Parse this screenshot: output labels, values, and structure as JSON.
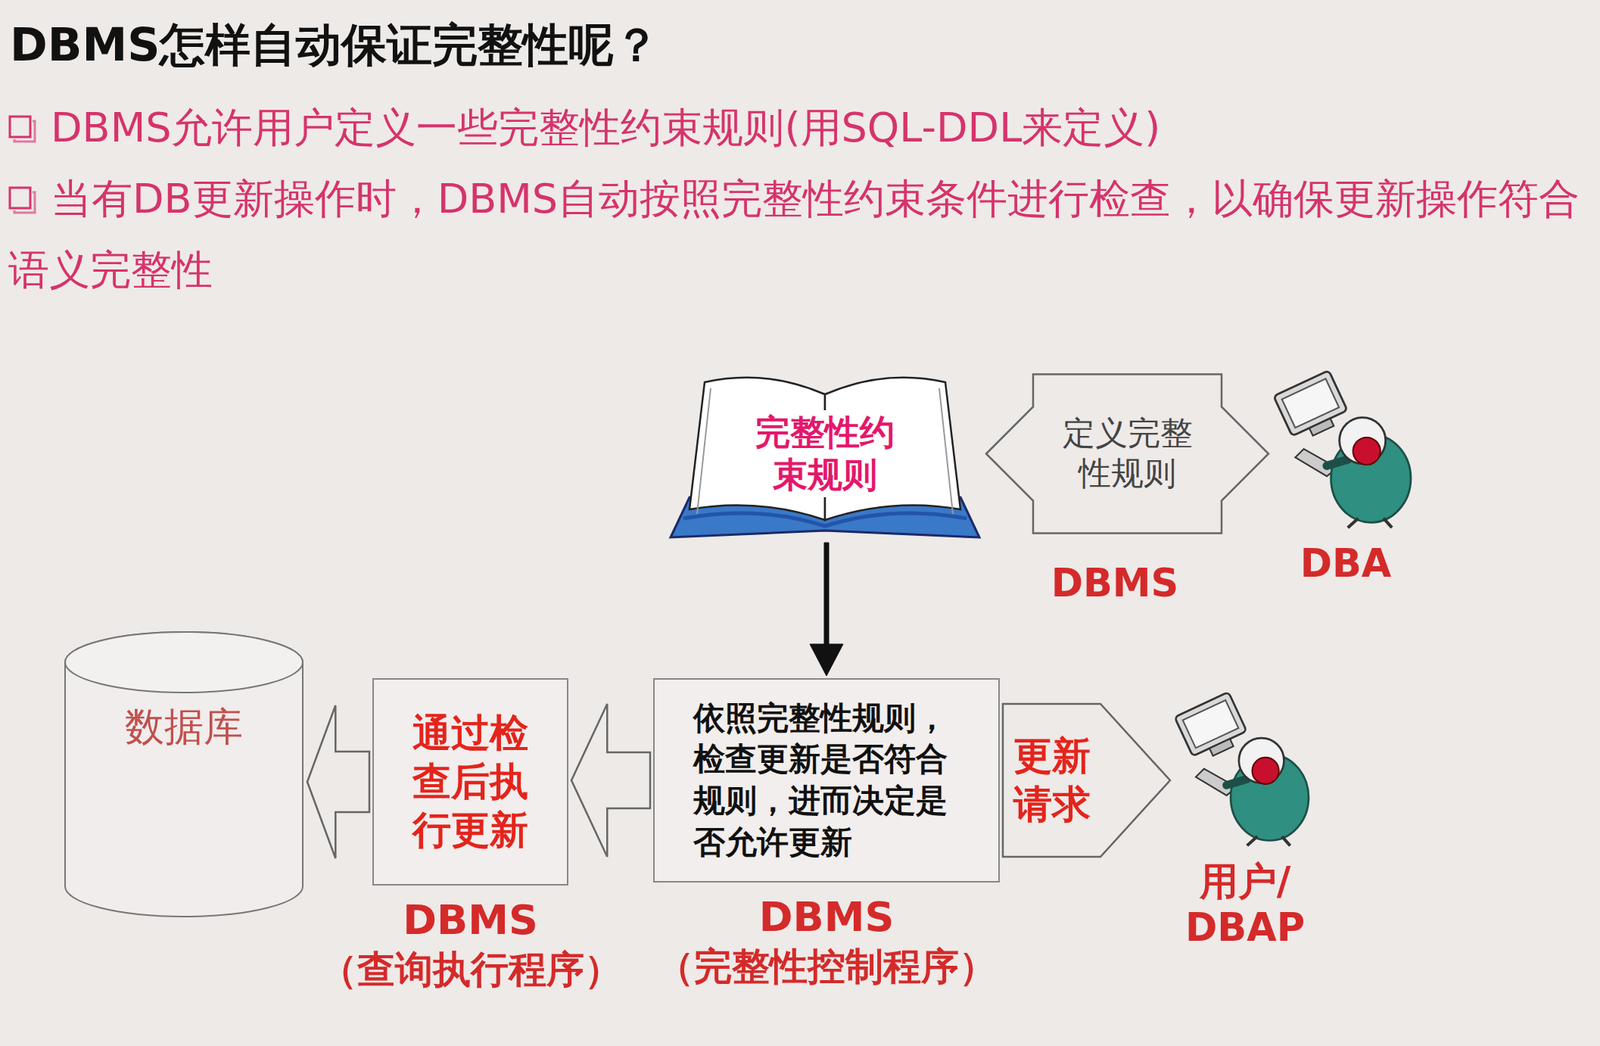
{
  "diagram": {
    "title": "DBMS怎样自动保证完整性呢？",
    "nodes": [
      {
        "text": [
          "完整性约束规则"
        ]
      },
      {
        "text": [
          "DBA"
        ]
      },
      {
        "text": [
          "数据库"
        ]
      },
      {
        "text": [
          "通过检查后执行更新",
          "DBMS",
          "（查询执行程序）"
        ]
      },
      {
        "text": [
          "依照完整性规则，检查更新是否符合规则，进而决定是否允许更新",
          "DBMS",
          "（完整性控制程序）"
        ]
      },
      {
        "text": [
          "用户/ DBAP"
        ]
      }
    ],
    "edges": [
      {
        "from": 0,
        "to": 1,
        "arrow": "both",
        "label": "定义完整性规则"
      },
      {
        "from": 0,
        "to": 4,
        "arrow": "to"
      },
      {
        "from": 4,
        "to": 5,
        "arrow": "to",
        "label": "更新请求"
      },
      {
        "from": 4,
        "to": 3,
        "arrow": "to"
      },
      {
        "from": 3,
        "to": 2,
        "arrow": "to"
      }
    ],
    "labels": [
      "DBMS允许用户定义一些完整性约束规则(用SQL-DDL来定义)",
      "当有DB更新操作时，DBMS自动按照完整性约束条件进行检查，以确保更新操作符合语义完整性",
      "DBMS"
    ]
  }
}
